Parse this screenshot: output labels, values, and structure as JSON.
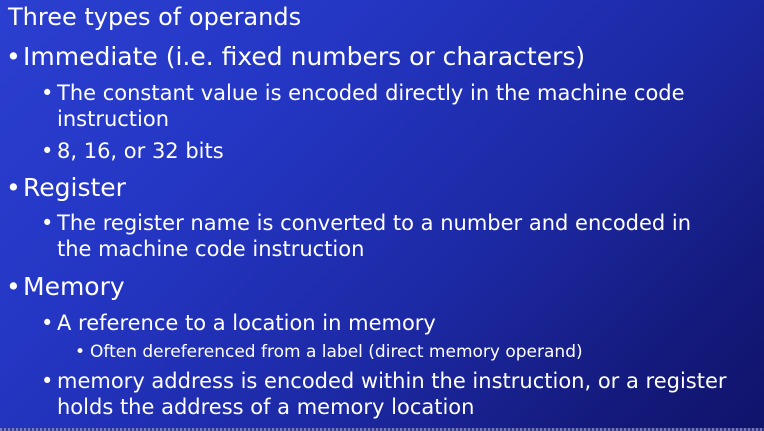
{
  "slide": {
    "title": "Three types of operands",
    "bullet_glyph": "•",
    "items": [
      {
        "level": 1,
        "text": "Immediate (i.e. fixed numbers or characters)"
      },
      {
        "level": 2,
        "lines": [
          "The constant value is encoded directly in the machine code",
          "instruction"
        ]
      },
      {
        "level": 2,
        "text": "8, 16, or 32 bits"
      },
      {
        "level": 1,
        "text": "Register"
      },
      {
        "level": 2,
        "lines": [
          "The register name is converted to a number and encoded in",
          "the machine code instruction"
        ]
      },
      {
        "level": 1,
        "text": "Memory"
      },
      {
        "level": 2,
        "text": "A reference to a location in memory"
      },
      {
        "level": 3,
        "text": "Often dereferenced from a label (direct memory operand)"
      },
      {
        "level": 2,
        "lines": [
          "memory address is encoded within the instruction, or a register",
          "holds the address of a memory location"
        ]
      }
    ]
  }
}
